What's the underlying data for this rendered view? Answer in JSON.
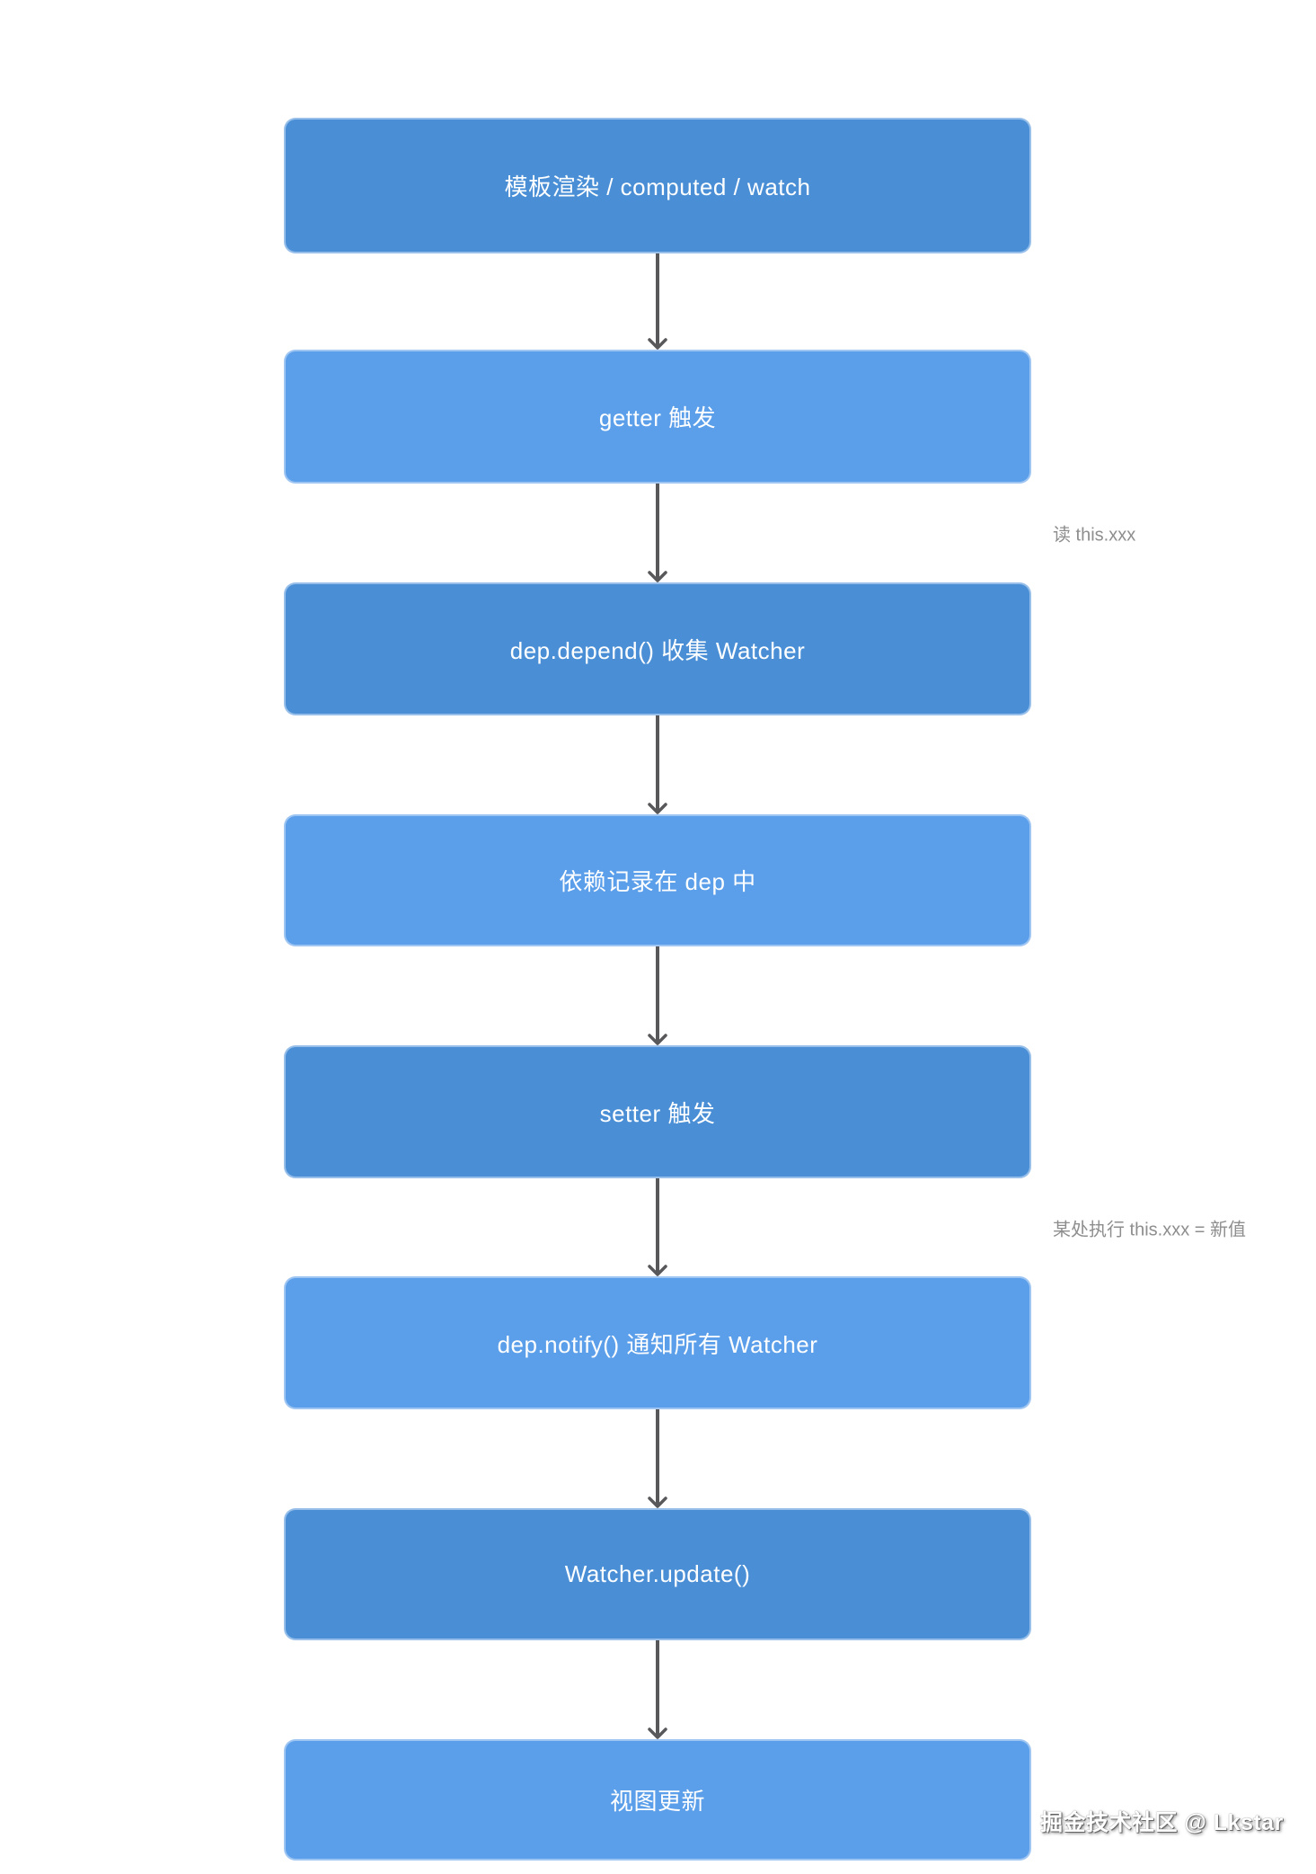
{
  "flow": {
    "nodes": [
      {
        "label": "模板渲染 / computed / watch",
        "tone": "dark"
      },
      {
        "label": "getter 触发",
        "tone": "light",
        "annotation": "读 this.xxx"
      },
      {
        "label": "dep.depend() 收集 Watcher",
        "tone": "dark"
      },
      {
        "label": "依赖记录在 dep 中",
        "tone": "light"
      },
      {
        "label": "setter 触发",
        "tone": "dark",
        "annotation": "某处执行 this.xxx = 新值"
      },
      {
        "label": "dep.notify() 通知所有 Watcher",
        "tone": "light"
      },
      {
        "label": "Watcher.update()",
        "tone": "dark"
      },
      {
        "label": "视图更新",
        "tone": "light"
      }
    ],
    "colors": {
      "node_dark": "#4a8fd6",
      "node_light": "#5b9ee9",
      "connector": "#58585a",
      "annotation_text": "#8e8e8e"
    }
  },
  "watermark": {
    "text": "掘金技术社区 @ Lkstar"
  }
}
